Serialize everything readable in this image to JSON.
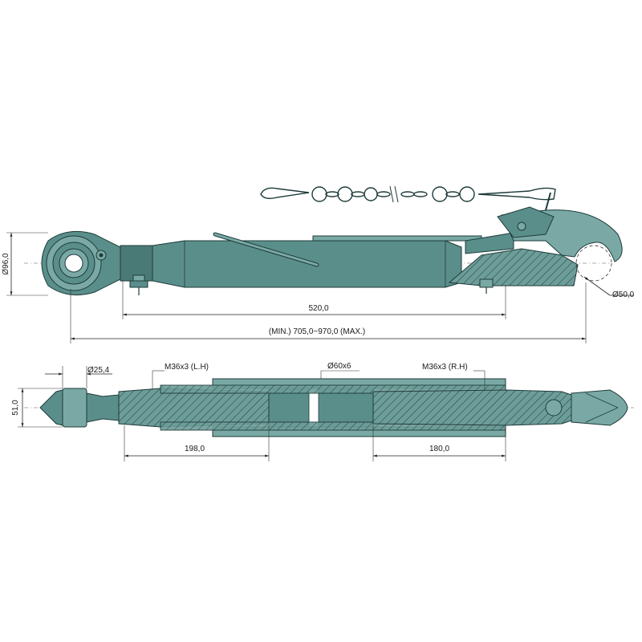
{
  "drawing": {
    "colors": {
      "body": "#5a8e8a",
      "body_light": "#7aa9a5",
      "outline": "#1d3b3a",
      "dimension": "#222222"
    },
    "top_view": {
      "dim_height": "Ø96,0",
      "dim_hook": "Ø50,0",
      "dim_length": "520,0",
      "dim_range": "(MIN.) 705,0~970,0 (MAX.)"
    },
    "section_view": {
      "dim_ball": "Ø25,4",
      "dim_width": "51,0",
      "thread_left": "M36x3 (L.H)",
      "thread_right": "M36x3 (R.H)",
      "dim_tube": "Ø60x6",
      "dim_left_thread_len": "198,0",
      "dim_right_thread_len": "180,0"
    }
  }
}
